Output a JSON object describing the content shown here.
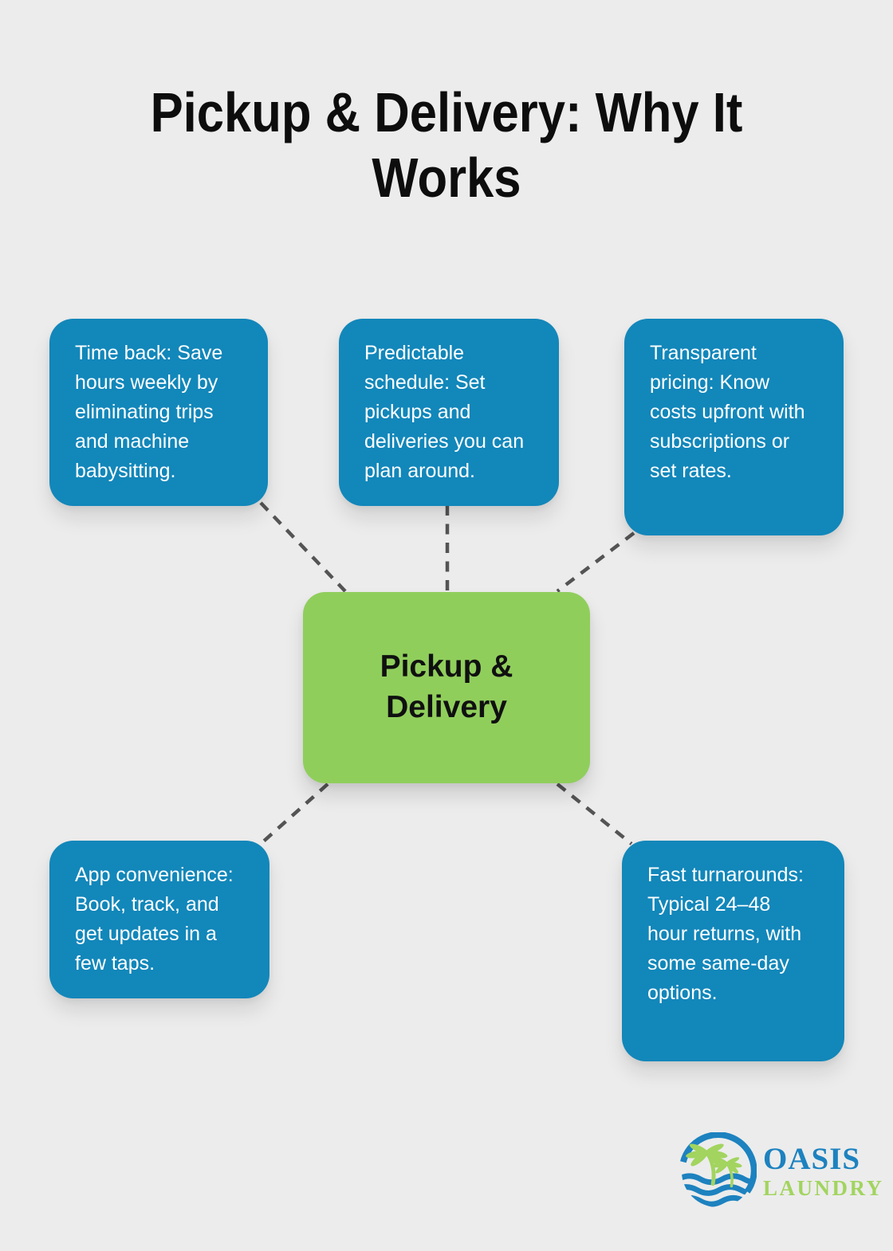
{
  "title": "Pickup & Delivery: Why It Works",
  "center_node": {
    "label": "Pickup & Delivery"
  },
  "nodes": [
    {
      "id": "time-back",
      "text": "Time back: Save hours weekly by eliminating trips and machine babysitting."
    },
    {
      "id": "predictable-schedule",
      "text": "Predictable schedule: Set pickups and deliveries you can plan around."
    },
    {
      "id": "transparent-pricing",
      "text": "Transparent pricing: Know costs upfront with subscriptions or set rates."
    },
    {
      "id": "app-convenience",
      "text": "App convenience: Book, track, and get updates in a few taps."
    },
    {
      "id": "fast-turnarounds",
      "text": "Fast turnarounds: Typical 24–48 hour returns, with some same-day options."
    }
  ],
  "logo": {
    "brand_line1": "OASIS",
    "brand_line2": "LAUNDRY",
    "mark_icons": [
      "palm-tree-icon",
      "waves-icon",
      "circle-arc-icon"
    ]
  },
  "colors": {
    "background": "#ececec",
    "node_blue": "#1287ba",
    "center_green": "#90ce5c",
    "connector_gray": "#545454",
    "title_black": "#0d0d0d",
    "node_text_white": "#ffffff",
    "logo_blue": "#1d82bf",
    "logo_green": "#a2d45f"
  }
}
